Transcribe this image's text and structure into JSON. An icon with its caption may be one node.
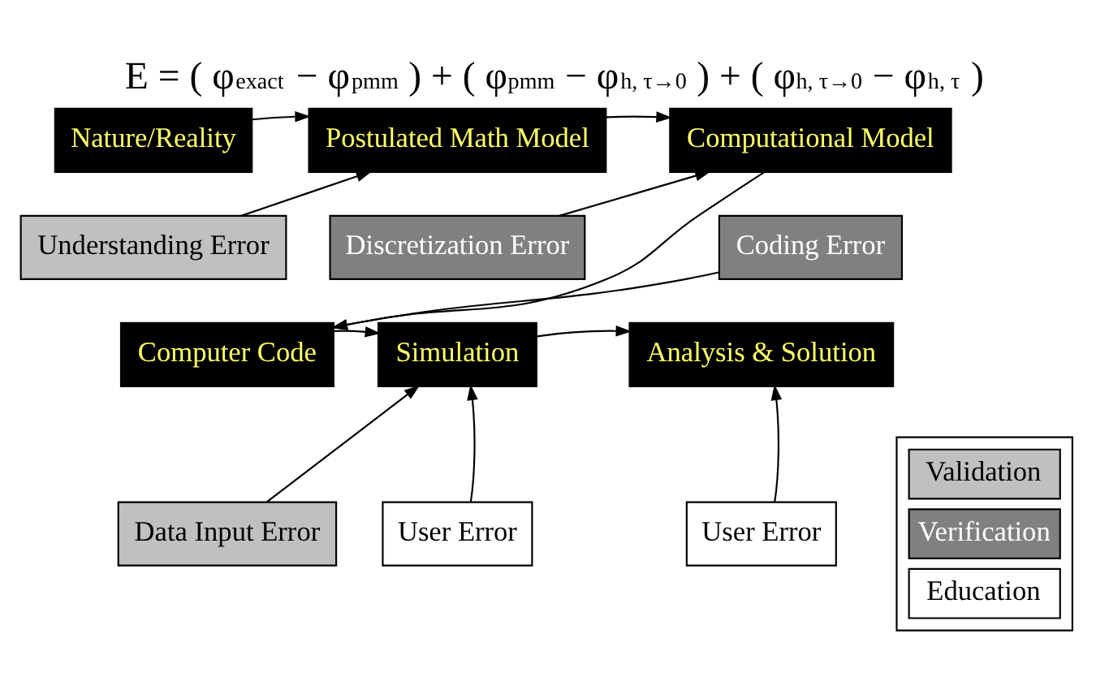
{
  "diagram": {
    "title": "E = ( φ$_{exact}$ − φ$_{pmm}$ ) + ( φ$_{pmm}$ − φ$_{h, τ→0}$ ) + ( φ$_{h, τ→0}$ − φ$_{h, τ}$ )",
    "nodes": [
      {
        "text": [
          "Nature/Reality"
        ]
      },
      {
        "text": [
          "Postulated Math Model"
        ]
      },
      {
        "text": [
          "Computational Model"
        ]
      },
      {
        "text": [
          "Understanding Error"
        ]
      },
      {
        "text": [
          "Discretization Error"
        ]
      },
      {
        "text": [
          "Coding Error"
        ]
      },
      {
        "text": [
          "Computer Code"
        ]
      },
      {
        "text": [
          "Simulation"
        ]
      },
      {
        "text": [
          "Analysis & Solution"
        ]
      },
      {
        "text": [
          "Data Input Error"
        ]
      },
      {
        "text": [
          "User Error"
        ]
      },
      {
        "text": [
          "User Error"
        ]
      }
    ],
    "edges": [
      {
        "from": 0,
        "to": 1,
        "arrow": "to"
      },
      {
        "from": 3,
        "to": 1,
        "arrow": "to"
      },
      {
        "from": 1,
        "to": 2,
        "arrow": "to"
      },
      {
        "from": 4,
        "to": 2,
        "arrow": "to"
      },
      {
        "from": 2,
        "to": 6,
        "arrow": "to"
      },
      {
        "from": 5,
        "to": 6,
        "arrow": "to"
      },
      {
        "from": 6,
        "to": 7,
        "arrow": "to"
      },
      {
        "from": 9,
        "to": 7,
        "arrow": "to"
      },
      {
        "from": 10,
        "to": 7,
        "arrow": "to"
      },
      {
        "from": 7,
        "to": 8,
        "arrow": "to"
      },
      {
        "from": 11,
        "to": 8,
        "arrow": "to"
      }
    ],
    "legend": [
      {
        "text": "Validation",
        "color": "#c0c0c0"
      },
      {
        "text": "Verification",
        "color": "#808080"
      },
      {
        "text": "Education",
        "color": "#ffffff"
      }
    ]
  }
}
